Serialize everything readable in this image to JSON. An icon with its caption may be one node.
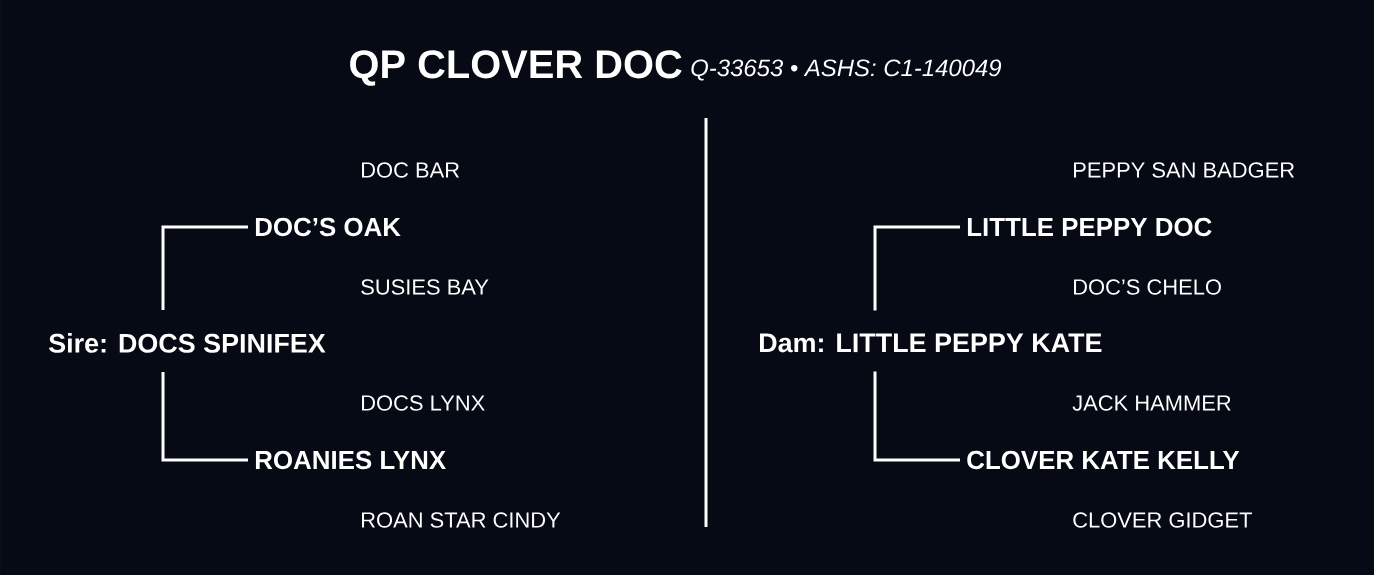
{
  "diagram": {
    "title": "QP CLOVER DOC",
    "nodes": [
      {
        "text": [
          "DOC’S OAK"
        ]
      },
      {
        "text": [
          "Sire: DOCS SPINIFEX"
        ]
      },
      {
        "text": [
          "ROANIES LYNX"
        ]
      },
      {
        "text": [
          "LITTLE PEPPY DOC"
        ]
      },
      {
        "text": [
          "Dam: LITTLE PEPPY KATE"
        ]
      },
      {
        "text": [
          "CLOVER KATE KELLY"
        ]
      }
    ],
    "edges": [
      {
        "from": 1,
        "to": 0,
        "arrow": "none"
      },
      {
        "from": 1,
        "to": 2,
        "arrow": "none"
      },
      {
        "from": 4,
        "to": 3,
        "arrow": "none"
      },
      {
        "from": 4,
        "to": 5,
        "arrow": "none"
      }
    ],
    "labels": [
      "Q-33653 • ASHS: C1-140049",
      "DOC BAR",
      "PEPPY SAN BADGER",
      "SUSIES BAY",
      "DOC’S CHELO",
      "DOCS LYNX",
      "JACK HAMMER",
      "ROAN STAR CINDY",
      "CLOVER GIDGET"
    ]
  }
}
